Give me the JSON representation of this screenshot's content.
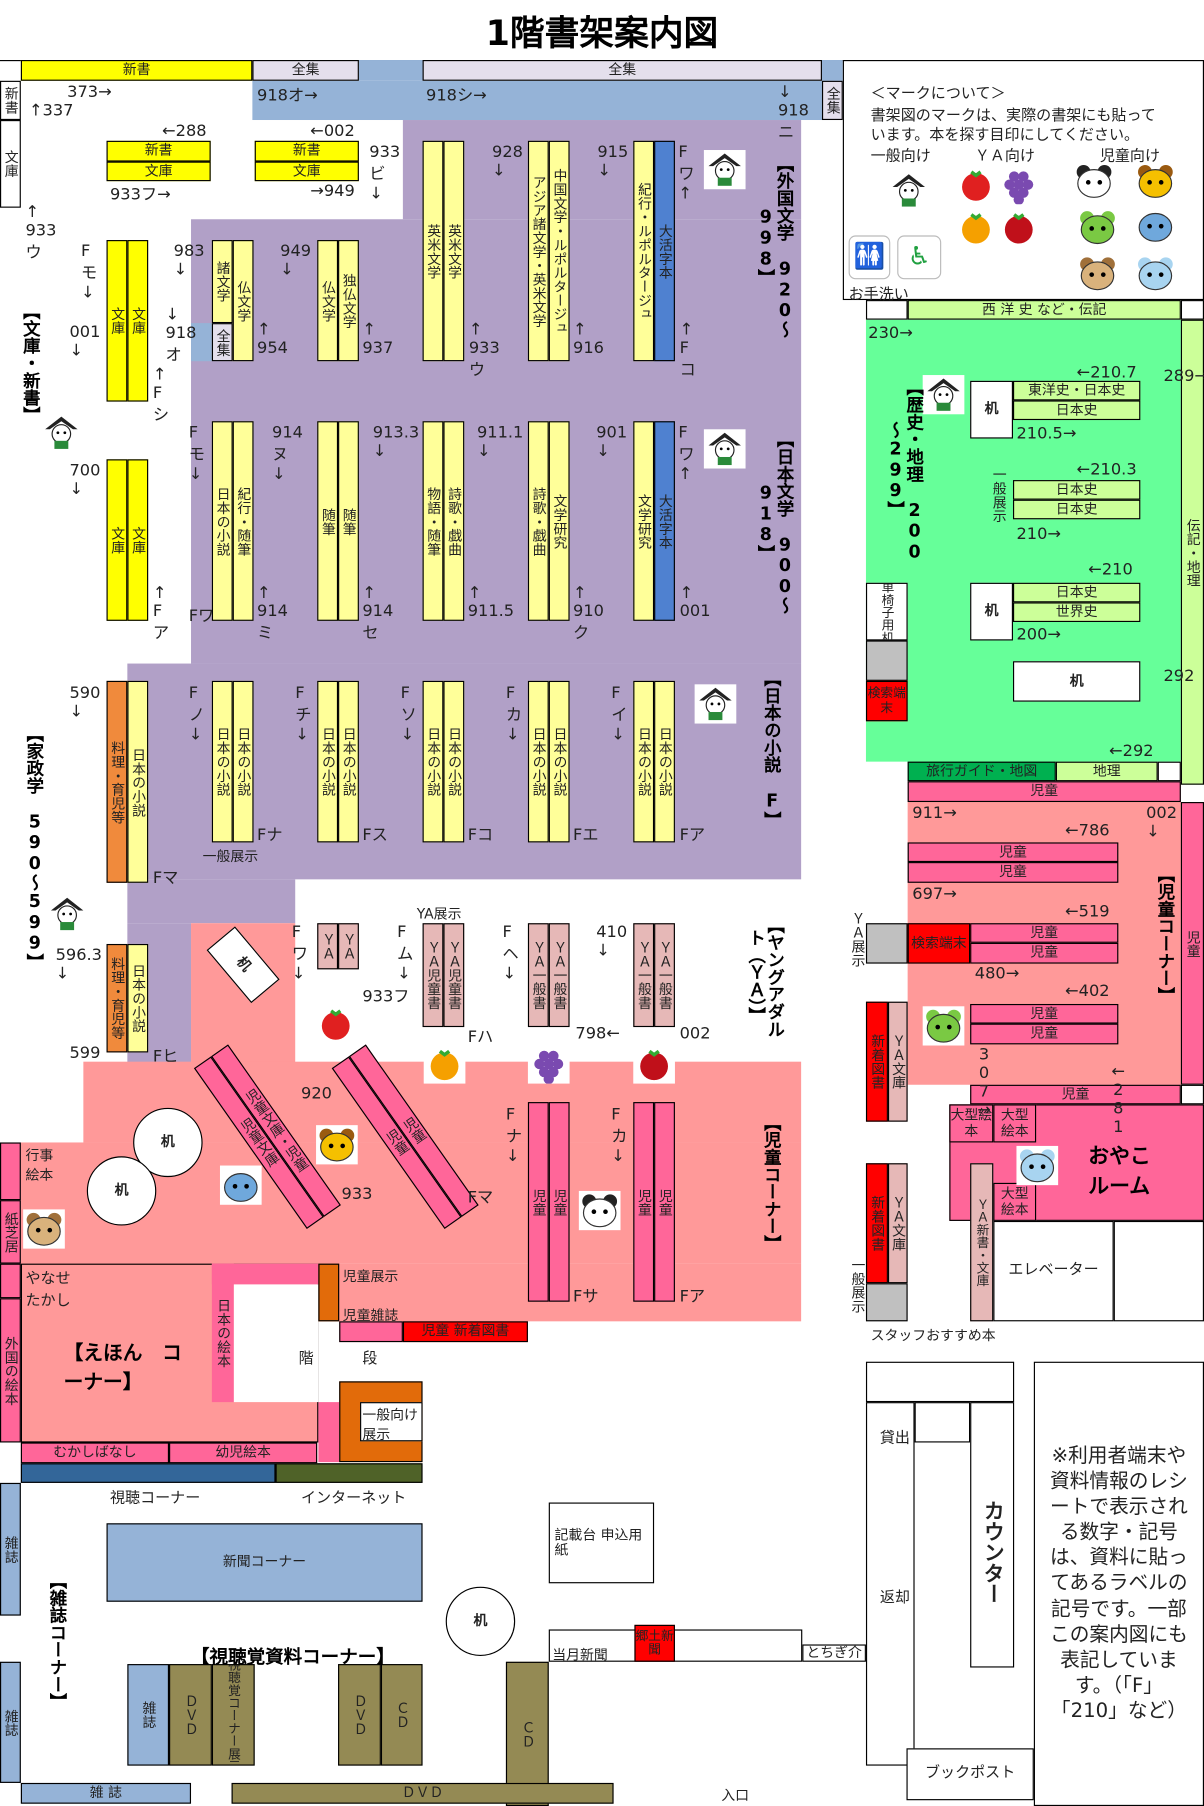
{
  "title": "1階書架案内図",
  "legend": {
    "heading": "＜マークについて＞",
    "line1": "書架図のマークは、実際の書架にも貼って",
    "line2": "います。本を探す目印にしてください。",
    "general": "一般向け",
    "ya": "ＹＡ向け",
    "children": "児童向け",
    "restroom": "お手洗い"
  },
  "colors": {
    "literature": "#b1a0c7",
    "shelf_yellow": "#ffff00",
    "shelf_pale": "#ffff99",
    "large_print": "#4f81d0",
    "history": "#66ff99",
    "kids_area": "#ff9999",
    "kids_shelf": "#ff6699",
    "new_arrivals": "#ff0000",
    "av": "#948a54"
  },
  "text": {
    "shinsho": "新書",
    "zenshu": "全集",
    "bunko": "文庫",
    "shinsho_bunko_a": "新書",
    "bunko_a": "文庫",
    "eibei": "英米文学",
    "asia": "アジア諸文学・英米文学",
    "chugoku": "中国文学・ルポルタージュ",
    "kiko_rupo": "紀行・ルポルタージュ",
    "daikatsuji": "大活字本",
    "sho_bungaku": "諸文学",
    "futsu": "仏文学",
    "doku_futsu": "独仏文学",
    "nihon_shosetsu": "日本の小説",
    "kiko_zuihitsu": "紀行・随筆",
    "zuihitsu": "随筆",
    "monogatari": "物語・随筆",
    "shika": "詩歌・戯曲",
    "bungaku_kenkyu": "文学研究",
    "ryori": "料理・育児等",
    "ippan_tenji": "一般展示",
    "ya": "ＹＡ",
    "ya_jidou": "ＹＡ児童書",
    "ya_ippan": "ＹＡ一般書",
    "ya_tenji": "YA展示",
    "jidou": "児童",
    "jidou_bunko_jidou": "児童文庫・児童",
    "jidou_bunko": "児童文庫",
    "desk": "机",
    "seiyoshi": "西 洋 史 など・伝記",
    "denki_chiri": "伝記・地理",
    "toyoshi": "東洋史・日本史",
    "nihonshi": "日本史",
    "sekaishi": "世界史",
    "wheelchair": "車椅子用机",
    "kensaku": "検索端末",
    "ryoko": "旅行ガイド・地図",
    "chiri": "地理",
    "shinchaku": "新着図書",
    "ya_bunko": "ＹＡ文庫",
    "ya_tenji_v": "ＹＡ展示",
    "ippan_tenji_v": "一般展示",
    "staff": "スタッフおすすめ本",
    "ogata": "大型絵本",
    "oyako": "おやこルーム",
    "ya_shinsho": "ＹＡ新書・文庫",
    "elevator": "エレベーター",
    "gyoji": "行事絵本",
    "kamishibai": "紙芝居",
    "gaikoku_ehon": "外国の絵本",
    "yanase": "やなせたかし",
    "ehon_corner": "【えほん　コーナー】",
    "nihon_ehon": "日本の絵本",
    "jidou_tenji": "児童展示",
    "jidou_zasshi": "児童雑誌",
    "jidou_shinchaku": "児童 新着図書",
    "kaidan1": "階",
    "kaidan2": "段",
    "ippan_muke_tenji": "一般向け展示",
    "mukashi": "むかしばなし",
    "youji": "幼児絵本",
    "shicho": "視聴コーナー",
    "internet": "インターネット",
    "zasshi": "雑誌",
    "shinbun": "新聞コーナー",
    "av_corner": "【視聴覚資料コーナー】",
    "dvd": "ＤＶＤ",
    "cd": "ＣＤ",
    "av_tenji": "視聴覚コーナー展示",
    "kisaidai": "記載台 申込用紙",
    "tougetsu": "当月新聞",
    "kyodo": "郷土新聞",
    "tochigi": "とちぎ介",
    "entrance": "入口",
    "kashidashi": "貸出",
    "henkyaku": "返却",
    "counter": "カウンター",
    "bookpost": "ブックポスト",
    "zasshi_bottom": "雑 誌",
    "dvd_bottom": "ＤＶＤ",
    "note": "※利用者端末や資料情報のレシートで表示される数字・記号は、資料に貼ってあるラベルの記号です。一部この案内図にも表記しています。（「F」「210」など）"
  },
  "headers": {
    "gaikoku": "【外国文学　920～998】",
    "nihon_bungaku": "【日本文学　900～918】",
    "nihon_shosetsu": "【日本の小説　F】",
    "ya": "【ヤングアダルト（ＹＡ）】",
    "jidou1": "【児童コーナー】",
    "bunko_shinsho": "【文庫・新書】",
    "kasei": "【家政学　590～599】",
    "rekishi": "【歴史・地理　200～299】",
    "jidou2": "【児童コーナー】",
    "zasshi": "【雑誌コーナー】"
  },
  "call_numbers": [
    "373→",
    "↑337",
    "←288",
    "←002",
    "933フ→",
    "→949",
    "↑ 933ウ",
    "933ビ ↓",
    "928 ↓",
    "915 ↓",
    "Fワ ↑",
    "↑ Fコ",
    "↑ 916",
    "↑ 933ウ",
    "↑ 937",
    "↑ 954",
    "↓ 918オ",
    "983 ↓",
    "949 ↓",
    "Fモ ↓",
    "001 ↓",
    "↑ Fシ",
    "918オ→",
    "918シ→",
    "↓ 918ニ",
    "Fモ ↓",
    "914ヌ ↓",
    "913.3 ↓",
    "911.1 ↓",
    "901 ↓",
    "Fワ ↑",
    "700 ↓",
    "↑ Fア",
    "Fワ",
    "↑ 914ミ",
    "↑ 914セ",
    "↑ 911.5",
    "↑ 910ク",
    "↑ 001",
    "590 ↓",
    "Fノ ↓",
    "Fチ ↓",
    "Fソ ↓",
    "Fカ ↓",
    "Fイ ↓",
    "Fナ",
    "Fス",
    "Fコ",
    "Fエ",
    "Fア",
    "Fマ",
    "596.3 ↓",
    "599",
    "Fヒ",
    "Fワ ↓",
    "Fム ↓",
    "Fヘ ↓",
    "410 ↓",
    "933フ",
    "Fハ",
    "798←",
    "002",
    "920",
    "933",
    "Fマ",
    "Fナ ↓",
    "Fカ ↓",
    "Fサ",
    "Fア",
    "230→",
    "←210.7",
    "210.5→",
    "←210.3",
    "210→",
    "←210",
    "200→",
    "←292",
    "289→",
    "292",
    "911→",
    "002 ↓",
    "←786",
    "697→",
    "←519",
    "480→",
    "←402",
    "307→",
    "←281"
  ]
}
